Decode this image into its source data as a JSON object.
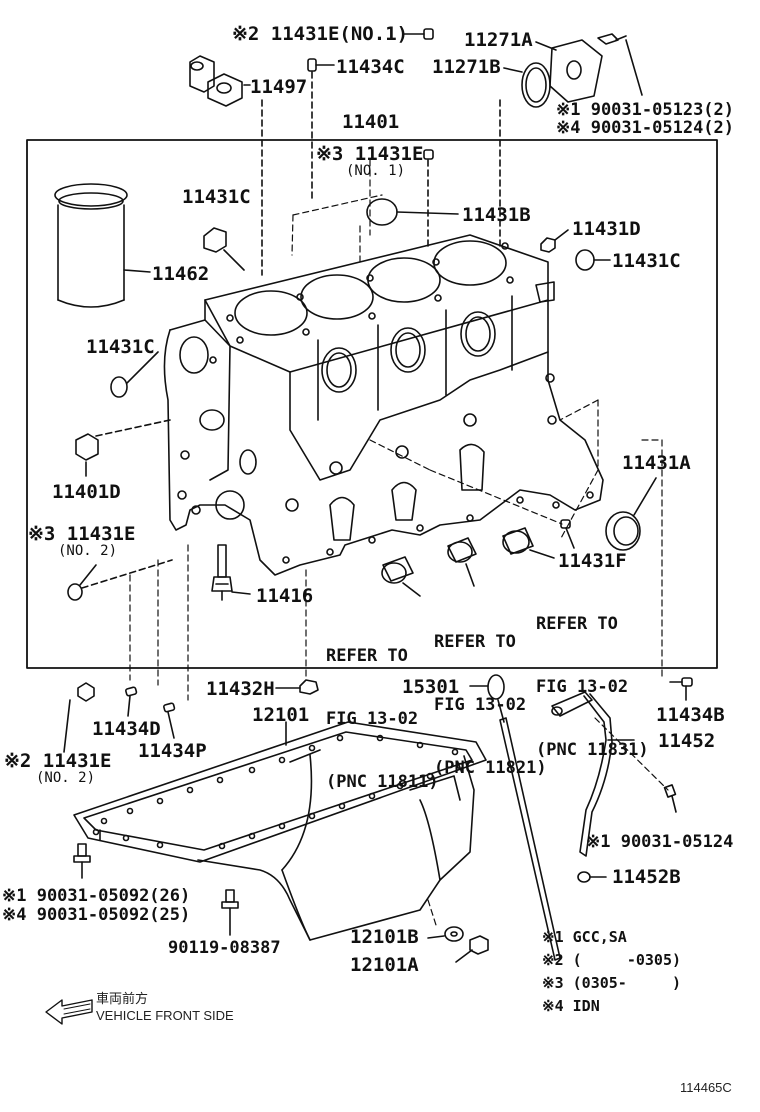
{
  "labels": {
    "p11431E_no1_top": "※2 11431E(NO.1)",
    "p11271A": "11271A",
    "p11434C": "11434C",
    "p11271B": "11271B",
    "p11497": "11497",
    "bolt1": "※1 90031-05123(2)",
    "bolt4": "※4 90031-05124(2)",
    "p11401": "11401",
    "p11431E_no1_mid": "※3 11431E",
    "no1": "(NO. 1)",
    "p11431C_a": "11431C",
    "p11431B": "11431B",
    "p11431D": "11431D",
    "p11431C_b": "11431C",
    "p11462": "11462",
    "p11431C_c": "11431C",
    "p11431A": "11431A",
    "p11401D": "11401D",
    "p11431E_no2_mid": "※3 11431E",
    "no2_mid": "(NO. 2)",
    "p11431F": "11431F",
    "p11416": "11416",
    "p11432H": "11432H",
    "p15301": "15301",
    "p12101": "12101",
    "p11434B": "11434B",
    "p11434D": "11434D",
    "p11434P": "11434P",
    "p11452": "11452",
    "p11431E_no2_bot": "※2 11431E",
    "no2_bot": "(NO. 2)",
    "p90031_05124": "※1 90031-05124",
    "p11452B": "11452B",
    "p90031_05092_1": "※1 90031-05092(26)",
    "p90031_05092_4": "※4 90031-05092(25)",
    "p90119": "90119-08387",
    "p12101B": "12101B",
    "p12101A": "12101A"
  },
  "refs": {
    "r11811": [
      "REFER TO",
      "FIG 13-02",
      "(PNC 11811)"
    ],
    "r11821": [
      "REFER TO",
      "FIG 13-02",
      "(PNC 11821)"
    ],
    "r11831": [
      "REFER TO",
      "FIG 13-02",
      "(PNC 11831)"
    ]
  },
  "legend": [
    "※1 GCC,SA",
    "※2 (     -0305)",
    "※3 (0305-     )",
    "※4 IDN"
  ],
  "front": {
    "jp": "車両前方",
    "en": "VEHICLE FRONT SIDE"
  },
  "figure_code": "114465C"
}
